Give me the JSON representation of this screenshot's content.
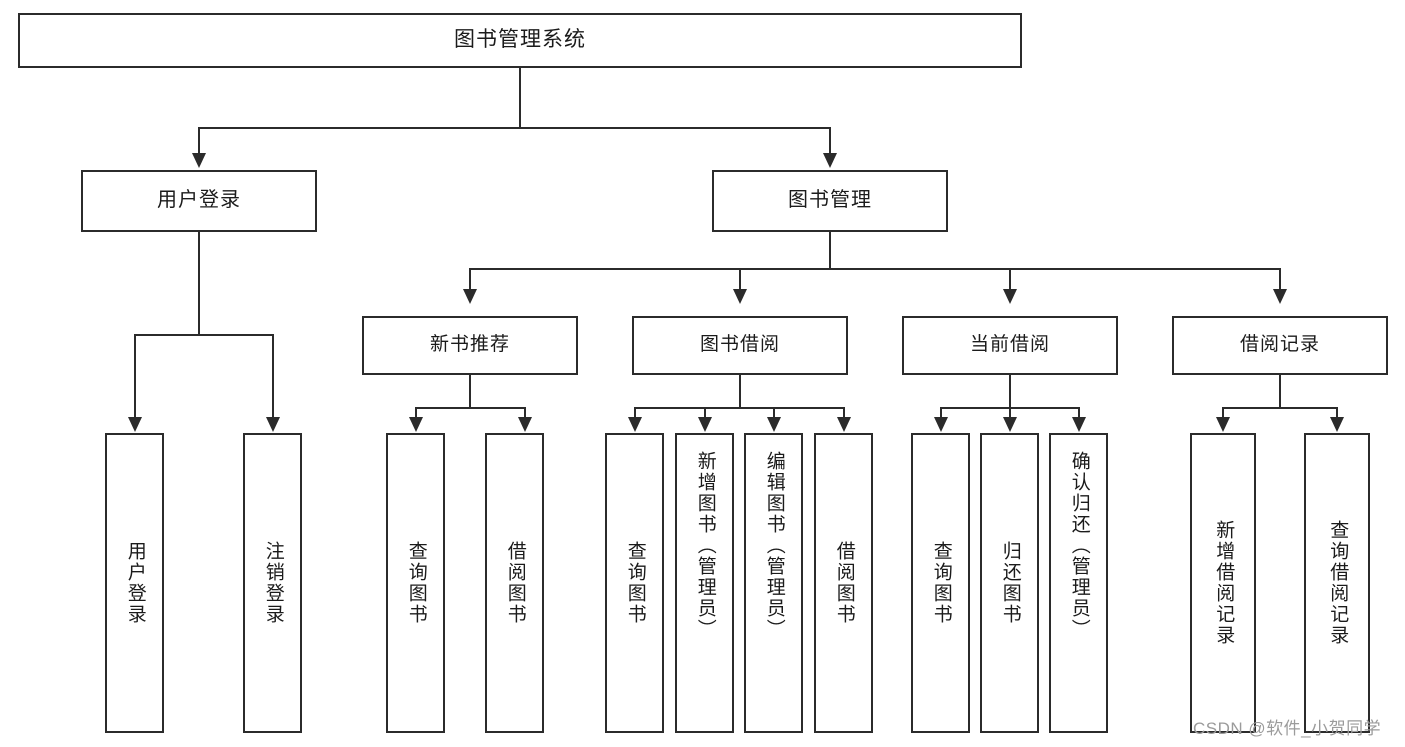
{
  "diagram": {
    "type": "hierarchy-tree",
    "title": "图书管理系统",
    "watermark": "CSDN @软件_小贺同学",
    "colors": {
      "stroke": "#2b2b2b",
      "fill": "#ffffff",
      "text": "#1b1b1b",
      "watermark": "#9b9b9b"
    },
    "root": {
      "label": "图书管理系统"
    },
    "level2": [
      {
        "id": "user-login",
        "label": "用户登录"
      },
      {
        "id": "book-manage",
        "label": "图书管理"
      }
    ],
    "level3": [
      {
        "id": "new-book-rec",
        "label": "新书推荐",
        "parent": "book-manage"
      },
      {
        "id": "book-borrow",
        "label": "图书借阅",
        "parent": "book-manage"
      },
      {
        "id": "current-borrow",
        "label": "当前借阅",
        "parent": "book-manage"
      },
      {
        "id": "borrow-record",
        "label": "借阅记录",
        "parent": "book-manage"
      }
    ],
    "leaves": {
      "user-login": [
        {
          "id": "leaf-user-login",
          "label": "用户登录"
        },
        {
          "id": "leaf-user-logout",
          "label": "注销登录"
        }
      ],
      "new-book-rec": [
        {
          "id": "leaf-query-book-1",
          "label": "查询图书"
        },
        {
          "id": "leaf-borrow-book-1",
          "label": "借阅图书"
        }
      ],
      "book-borrow": [
        {
          "id": "leaf-query-book-2",
          "label": "查询图书"
        },
        {
          "id": "leaf-add-book",
          "label": "新增图书（管理员）"
        },
        {
          "id": "leaf-edit-book",
          "label": "编辑图书（管理员）"
        },
        {
          "id": "leaf-borrow-book-2",
          "label": "借阅图书"
        }
      ],
      "current-borrow": [
        {
          "id": "leaf-query-book-3",
          "label": "查询图书"
        },
        {
          "id": "leaf-return-book",
          "label": "归还图书"
        },
        {
          "id": "leaf-confirm-return",
          "label": "确认归还（管理员）"
        }
      ],
      "borrow-record": [
        {
          "id": "leaf-add-record",
          "label": "新增借阅记录"
        },
        {
          "id": "leaf-query-record",
          "label": "查询借阅记录"
        }
      ]
    }
  }
}
